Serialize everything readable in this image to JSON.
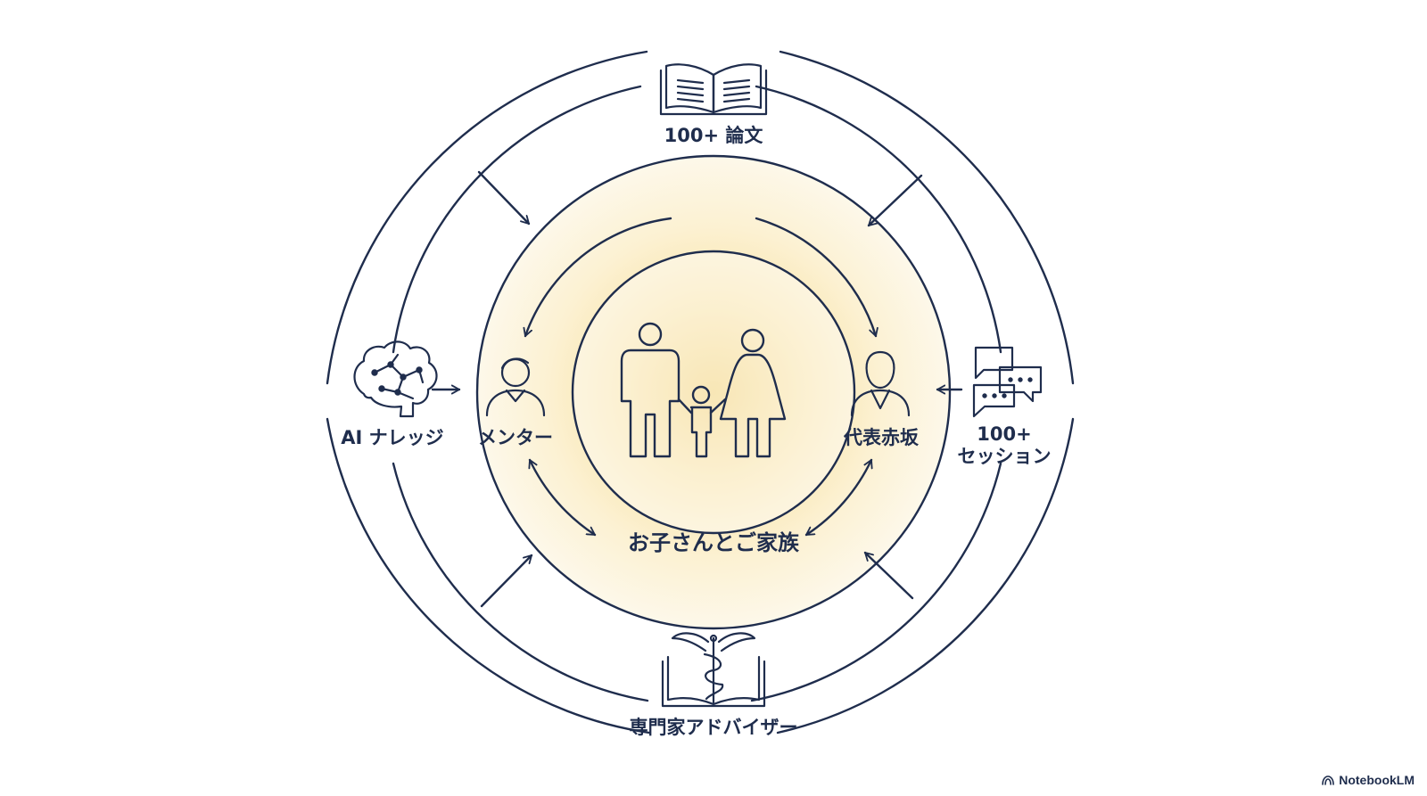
{
  "center": {
    "label": "お子さんとご家族",
    "icon": "family-icon"
  },
  "inner_nodes": [
    {
      "label": "メンター",
      "icon": "mentor-person-icon"
    },
    {
      "label": "代表赤坂",
      "icon": "representative-person-icon"
    }
  ],
  "outer_nodes": {
    "top": {
      "label": "100+ 論文",
      "icon": "open-book-icon"
    },
    "left": {
      "label": "AI ナレッジ",
      "icon": "ai-brain-icon"
    },
    "right": {
      "line1": "100+",
      "line2": "セッション",
      "icon": "chat-bubbles-icon"
    },
    "bottom": {
      "label": "専門家アドバイザー",
      "icon": "medical-book-icon"
    }
  },
  "branding": {
    "label": "NotebookLM",
    "icon": "notebooklm-logo-icon"
  },
  "colors": {
    "ink": "#1f2d4d",
    "glow_core": "#f3d27a",
    "glow_edge": "#fdf7e6"
  }
}
